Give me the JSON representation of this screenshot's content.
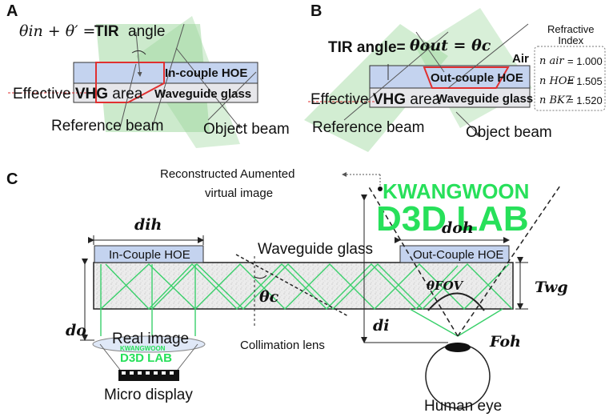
{
  "panel_a": {
    "label": "A",
    "equation_left": "θin + θ′ =",
    "equation_tir": "TIR",
    "equation_angle": "angle",
    "in_couple_hoe": "In-couple HOE",
    "effective_prefix": "Effective ",
    "vhg": "VHG",
    "area": " area",
    "waveguide_glass": "Waveguide glass",
    "reference_beam": "Reference beam",
    "object_beam": "Object beam"
  },
  "panel_b": {
    "label": "B",
    "tir_angle": "TIR angle=",
    "theta_out": "θout = θc",
    "air": "Air",
    "out_couple_hoe": "Out-couple HOE",
    "effective_prefix": "Effective ",
    "vhg": "VHG",
    "area": " area",
    "waveguide_glass": "Waveguide glass",
    "reference_beam": "Reference beam",
    "object_beam": "Object beam",
    "refractive_title": "Refractive\nIndex",
    "refractive": [
      {
        "symbol": "n air",
        "value": "= 1.000"
      },
      {
        "symbol": "n HOE",
        "value": "= 1.505"
      },
      {
        "symbol": "n BK7",
        "value": "= 1.520"
      }
    ]
  },
  "panel_c": {
    "label": "C",
    "reconstructed": "Reconstructed Aumented",
    "virtual_image": "virtual image",
    "kwangwoon": "KWANGWOON",
    "d3d_lab": "D3D LAB",
    "d_ih": "dih",
    "d_oh": "doh",
    "in_couple_hoe": "In-Couple HOE",
    "out_couple_hoe": "Out-Couple HOE",
    "waveguide_glass": "Waveguide glass",
    "theta_c": "θc",
    "theta_fov": "θFOV",
    "t_wg": "Twg",
    "d_o": "do",
    "d_i": "di",
    "f_oh": "Foh",
    "real_image": "Real image",
    "small_kwangwoon": "KWANGWOON",
    "small_d3d": "D3D LAB",
    "collimation_lens": "Collimation lens",
    "micro_display": "Micro display",
    "human_eye": "Human eye"
  }
}
